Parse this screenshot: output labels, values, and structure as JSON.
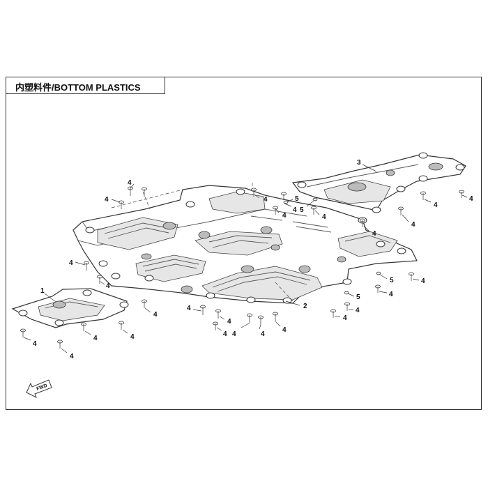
{
  "title": "内塑料件/BOTTOM PLASTICS",
  "fwd_label": "FWD",
  "callouts": {
    "part_1": "1",
    "part_2": "2",
    "part_3": "3",
    "screw": "4",
    "clip": "5"
  }
}
